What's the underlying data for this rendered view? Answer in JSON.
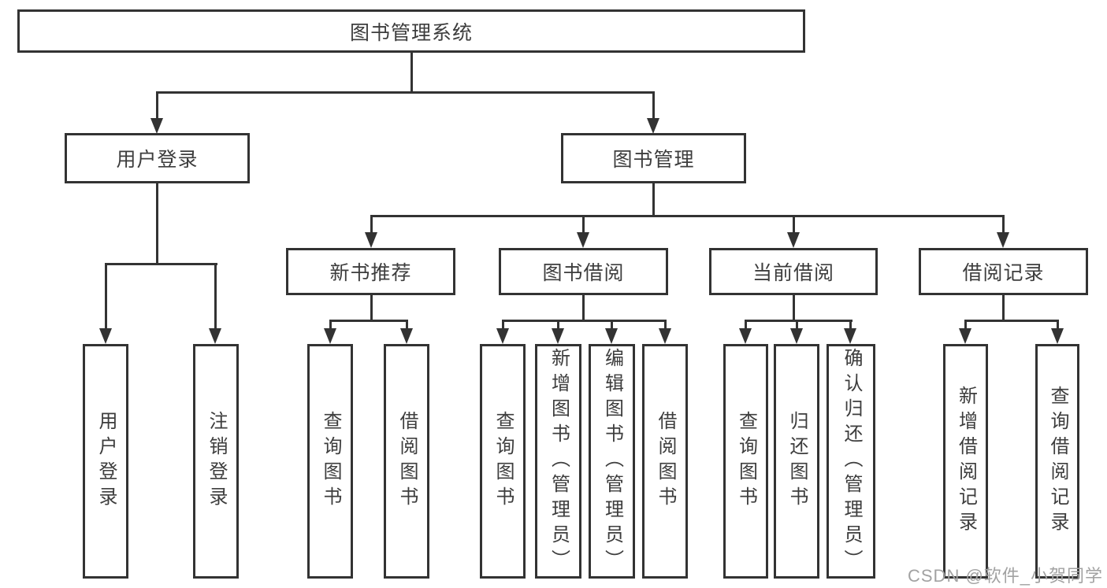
{
  "diagram": {
    "root": {
      "label": "图书管理系统"
    },
    "level2": [
      {
        "label": "用户登录"
      },
      {
        "label": "图书管理"
      }
    ],
    "level3": [
      {
        "label": "新书推荐"
      },
      {
        "label": "图书借阅"
      },
      {
        "label": "当前借阅"
      },
      {
        "label": "借阅记录"
      }
    ],
    "leaves": [
      {
        "label": "用户登录"
      },
      {
        "label": "注销登录"
      },
      {
        "label": "查询图书"
      },
      {
        "label": "借阅图书"
      },
      {
        "label": "查询图书"
      },
      {
        "label": "新增图书（管理员）"
      },
      {
        "label": "编辑图书（管理员）"
      },
      {
        "label": "借阅图书"
      },
      {
        "label": "查询图书"
      },
      {
        "label": "归还图书"
      },
      {
        "label": "确认归还（管理员）"
      },
      {
        "label": "新增借阅记录"
      },
      {
        "label": "查询借阅记录"
      }
    ],
    "watermark": "CSDN @软件_小贺同学",
    "colors": {
      "line": "#333333",
      "text": "#3d3d3d",
      "watermark": "#a2a2a2",
      "background": "#ffffff"
    }
  }
}
